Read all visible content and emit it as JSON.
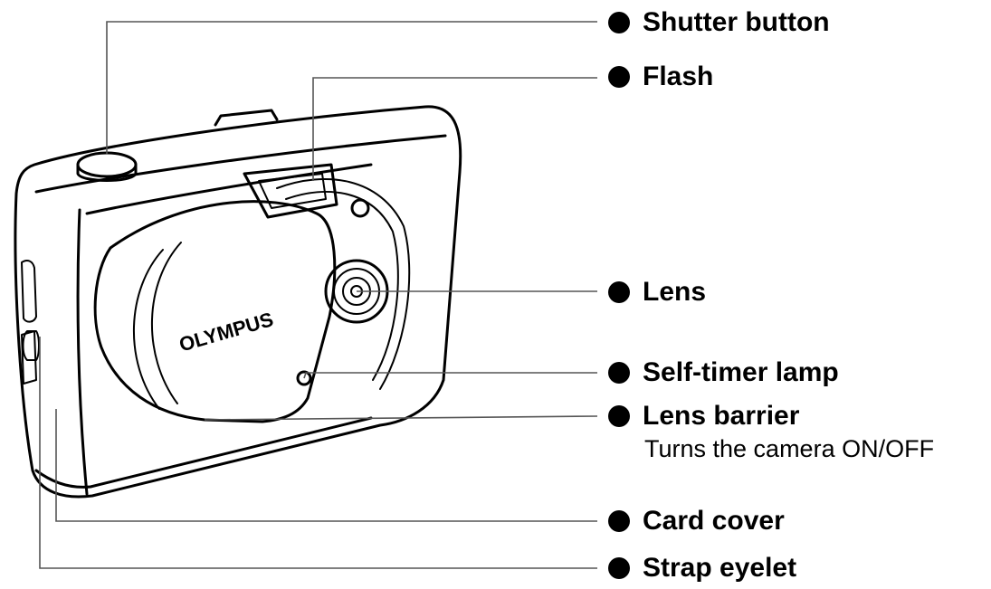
{
  "brand": "OLYMPUS",
  "labels": {
    "shutter_button": "Shutter button",
    "flash": "Flash",
    "lens": "Lens",
    "self_timer_lamp": "Self-timer lamp",
    "lens_barrier": "Lens barrier",
    "lens_barrier_note": "Turns the camera ON/OFF",
    "card_cover": "Card cover",
    "strap_eyelet": "Strap eyelet"
  }
}
